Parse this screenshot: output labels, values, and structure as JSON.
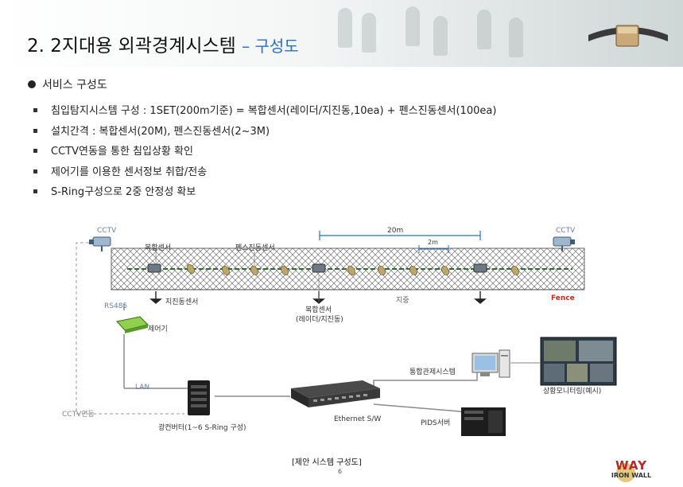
{
  "header": {
    "title_main": "2. 2지대용 외곽경계시스템",
    "title_sub": "– 구성도"
  },
  "section": {
    "title": "서비스 구성도"
  },
  "bullets": [
    "침입탐지시스템 구성 : 1SET(200m기준) = 복합센서(레이더/지진동,10ea) + 펜스진동센서(100ea)",
    "설치간격 : 복합센서(20M), 펜스진동센서(2~3M)",
    "CCTV연동을 통한 침입상황 확인",
    "제어기를 이용한 센서정보 취합/전송",
    "S-Ring구성으로 2중 안정성 확보"
  ],
  "diagram": {
    "cctv_left": "CCTV",
    "cctv_right": "CCTV",
    "dim_20m": "20m",
    "dim_2m": "2m",
    "composite_sensor_top": "복합센서",
    "fence_vib_sensor": "펜스진동센서",
    "vib_sensor": "지진동센서",
    "composite_sensor_bottom": "복합센서",
    "composite_sensor_note": "(레이더/지진동)",
    "ground": "지중",
    "fence": "Fence",
    "rs485": "RS485",
    "controller": "제어기",
    "integrated_system": "통합관제시스템",
    "lan": "LAN",
    "monitoring": "상황모니터링(예시)",
    "cctv_link": "CCTV연동",
    "optical_converter": "광컨버터(1~6 S-Ring 구성)",
    "ethernet_sw": "Ethernet S/W",
    "pids_server": "PIDS서버",
    "caption": "[제안 시스템 구성도]",
    "page": "6"
  },
  "logo": {
    "text_top": "WAY",
    "text_bottom": "IRON WALL"
  },
  "colors": {
    "accent": "#2a6fc4",
    "fence_red": "#cc2a1a",
    "line_gray": "#8a8a8a",
    "cable_green": "#3a8a3a"
  }
}
